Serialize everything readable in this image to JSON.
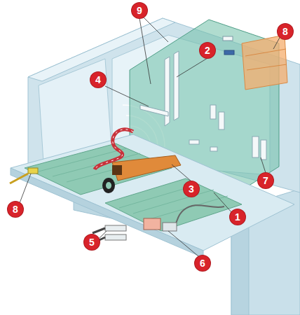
{
  "diagram": {
    "labels": [
      "9",
      "2",
      "8",
      "4",
      "3",
      "7",
      "1",
      "8",
      "5",
      "6"
    ]
  }
}
